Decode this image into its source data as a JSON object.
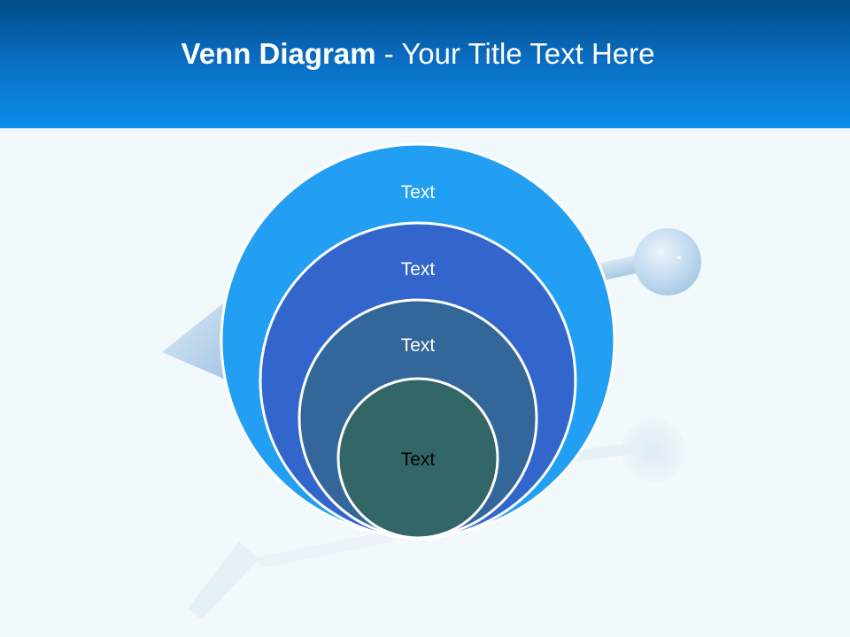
{
  "title": {
    "bold": "Venn Diagram",
    "rest": " - Your Title Text Here"
  },
  "diagram": {
    "rings": [
      {
        "label": "Text",
        "color": "#229ff2",
        "text_color": "#ffffff"
      },
      {
        "label": "Text",
        "color": "#3366cc",
        "text_color": "#ffffff"
      },
      {
        "label": "Text",
        "color": "#336699",
        "text_color": "#ffffff"
      },
      {
        "label": "Text",
        "color": "#336666",
        "text_color": "#000000"
      }
    ]
  },
  "colors": {
    "header_top": "#004c86",
    "header_bottom": "#0a8eea",
    "background": "#f2f9fc",
    "decor": "#b9d3ea"
  }
}
